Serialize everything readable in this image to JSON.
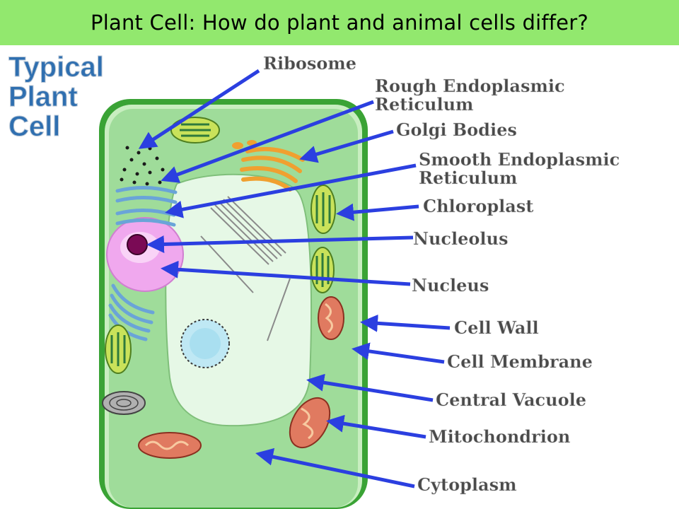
{
  "slide": {
    "title": "Plant Cell: How do plant and animal cells differ?"
  },
  "diagram": {
    "heading_lines": [
      "Typical",
      "Plant",
      "Cell"
    ],
    "labels": [
      {
        "id": "ribosome",
        "lines": [
          "Ribosome"
        ]
      },
      {
        "id": "rough-er",
        "lines": [
          "Rough Endoplasmic",
          "Reticulum"
        ]
      },
      {
        "id": "golgi",
        "lines": [
          "Golgi Bodies"
        ]
      },
      {
        "id": "smooth-er",
        "lines": [
          "Smooth Endoplasmic",
          "Reticulum"
        ]
      },
      {
        "id": "chloroplast",
        "lines": [
          "Chloroplast"
        ]
      },
      {
        "id": "nucleolus",
        "lines": [
          "Nucleolus"
        ]
      },
      {
        "id": "nucleus",
        "lines": [
          "Nucleus"
        ]
      },
      {
        "id": "cell-wall",
        "lines": [
          "Cell Wall"
        ]
      },
      {
        "id": "cell-membrane",
        "lines": [
          "Cell Membrane"
        ]
      },
      {
        "id": "central-vacuole",
        "lines": [
          "Central Vacuole"
        ]
      },
      {
        "id": "mitochondrion",
        "lines": [
          "Mitochondrion"
        ]
      },
      {
        "id": "cytoplasm",
        "lines": [
          "Cytoplasm"
        ]
      }
    ],
    "colors": {
      "title_background": "#92e86e",
      "heading": "#2f6fb0",
      "arrow": "#2b3fe0",
      "cell_wall": "#3aa335",
      "cytoplasm": "#9fdc9a",
      "vacuole": "#e6f8e6",
      "nucleus": "#f0a8ee",
      "nucleolus": "#7a0a55",
      "chloroplast": "#c9e25a",
      "mitochondrion": "#e07a60",
      "golgi": "#f0a030",
      "endoplasmic_reticulum": "#6aa4d8"
    }
  }
}
